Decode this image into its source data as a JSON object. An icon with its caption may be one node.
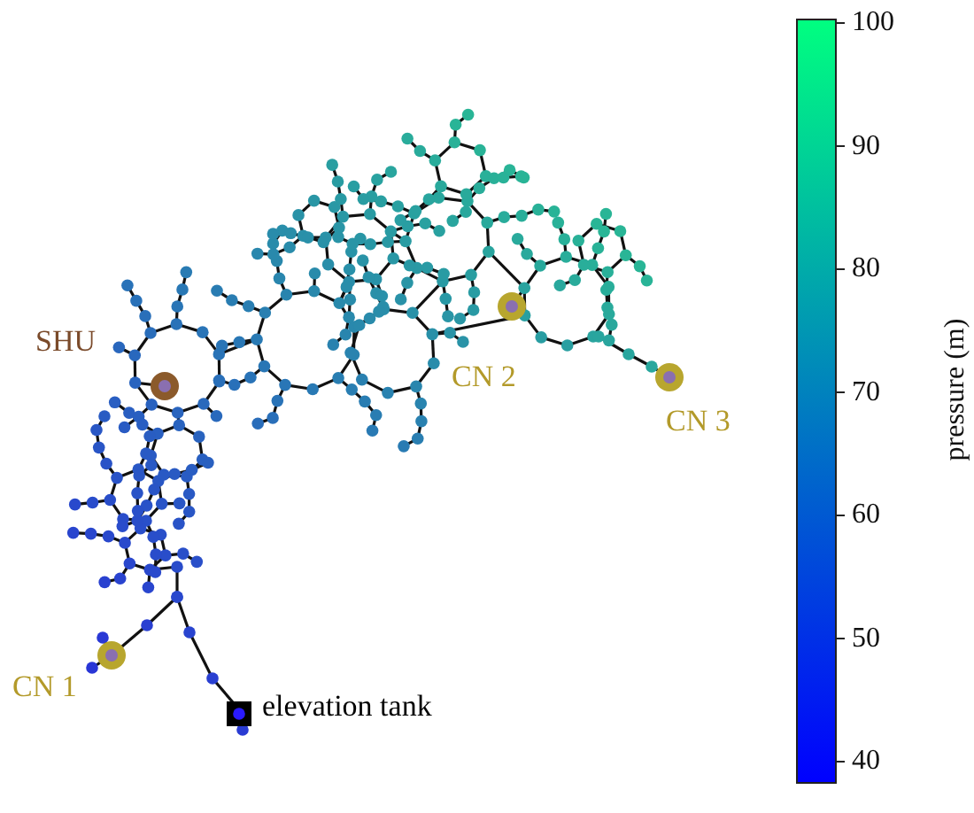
{
  "diagram": {
    "nodes": [
      {
        "text": [],
        "shape": "circle",
        "beside": [
          "SHU"
        ]
      },
      {
        "text": [],
        "shape": "circle",
        "beside": [
          "CN 2"
        ]
      },
      {
        "text": [],
        "shape": "circle",
        "beside": [
          "CN 3"
        ]
      },
      {
        "text": [],
        "shape": "circle",
        "beside": [
          "CN 1"
        ]
      },
      {
        "text": [],
        "shape": "box",
        "beside": [
          "elevation tank"
        ]
      }
    ],
    "labels": [
      "100",
      "90",
      "80",
      "70",
      "60",
      "50",
      "40",
      "pressure (m)"
    ]
  }
}
